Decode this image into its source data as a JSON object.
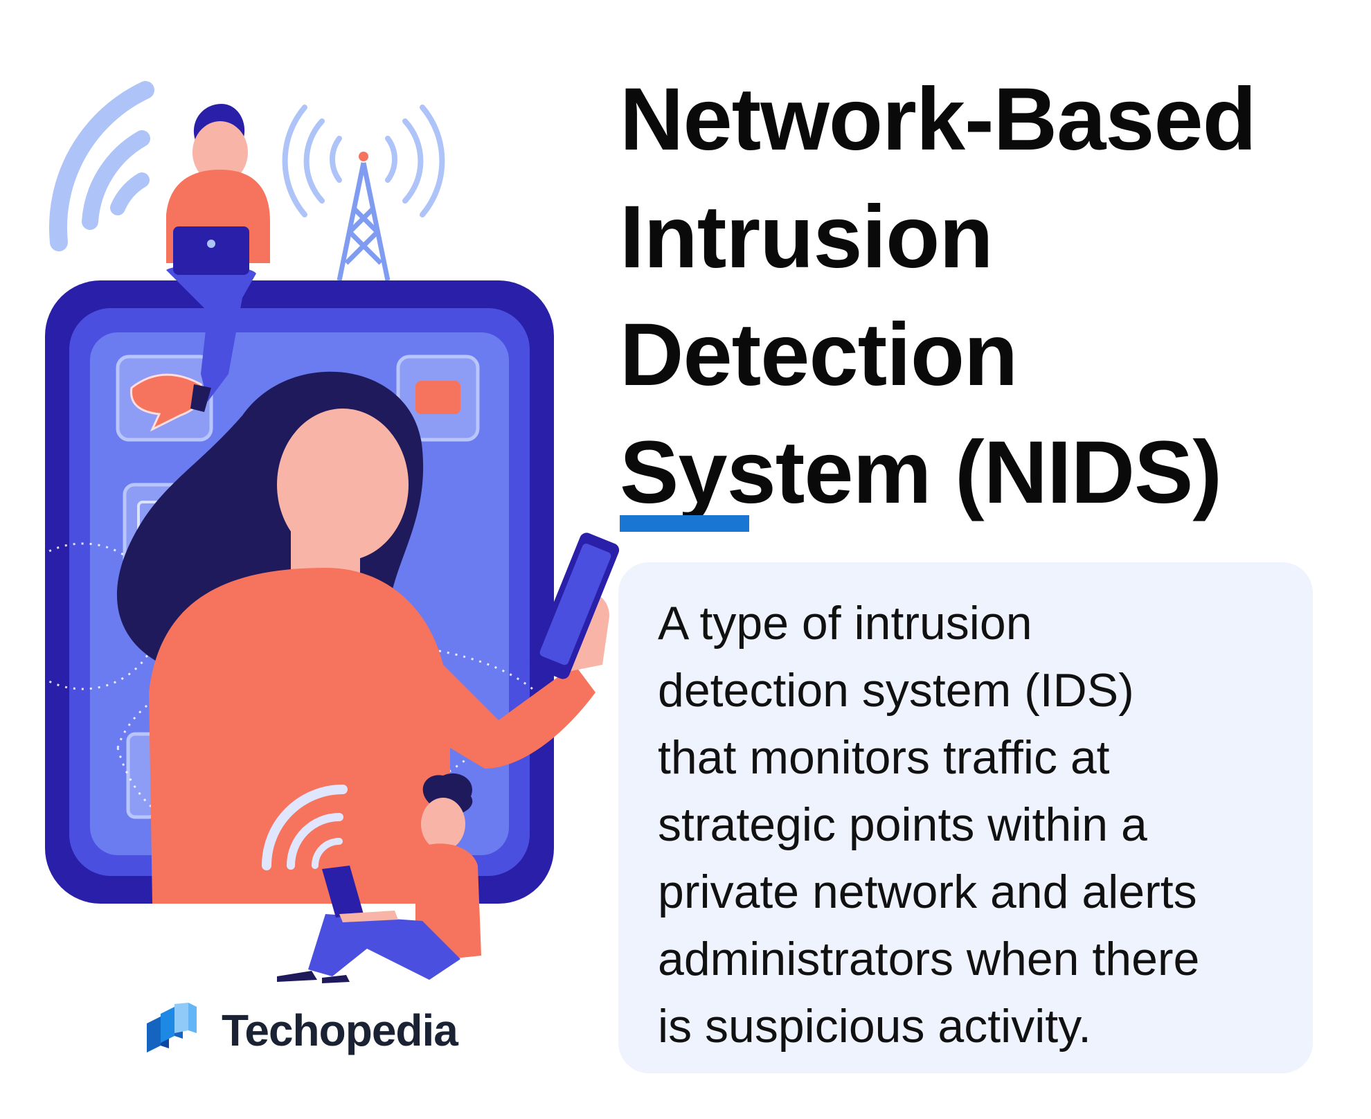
{
  "title": {
    "lines": [
      "Network-Based",
      "Intrusion",
      "Detection",
      "System (NIDS)"
    ]
  },
  "description": {
    "lines": [
      "A type of intrusion",
      "detection system (IDS)",
      "that monitors traffic at",
      "strategic points within a",
      "private network and alerts",
      "administrators when there",
      "is suspicious activity."
    ]
  },
  "brand": {
    "name": "Techopedia",
    "logo_icon": "techopedia-cubes-icon"
  },
  "colors": {
    "accent": "#1976d2",
    "card_bg": "#eef3fd",
    "tablet_dark": "#2a1fa8",
    "tablet_screen": "#6b7bf0",
    "coral": "#f6735d",
    "hair": "#1e1a5c",
    "signal": "#aec3f7"
  }
}
